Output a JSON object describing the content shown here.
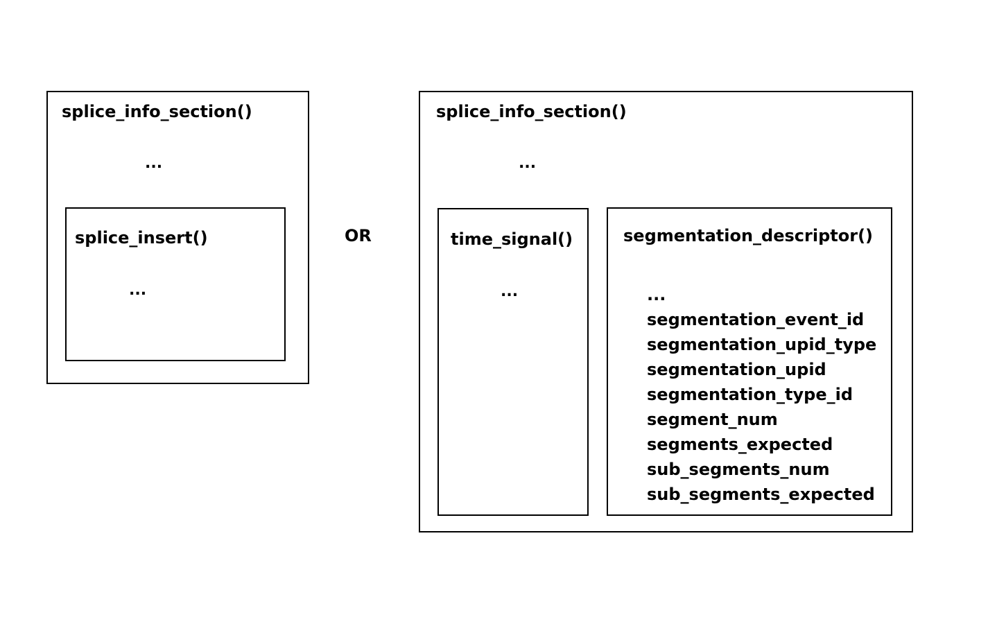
{
  "left_diagram": {
    "outer_title": "splice_info_section()",
    "outer_ellipsis": "...",
    "inner_title": "splice_insert()",
    "inner_ellipsis": "..."
  },
  "separator": "OR",
  "right_diagram": {
    "outer_title": "splice_info_section()",
    "outer_ellipsis": "...",
    "time_signal": {
      "title": "time_signal()",
      "ellipsis": "..."
    },
    "segmentation_descriptor": {
      "title": "segmentation_descriptor()",
      "fields": [
        "...",
        "segmentation_event_id",
        "segmentation_upid_type",
        "segmentation_upid",
        "segmentation_type_id",
        "segment_num",
        "segments_expected",
        "sub_segments_num",
        "sub_segments_expected"
      ]
    }
  }
}
